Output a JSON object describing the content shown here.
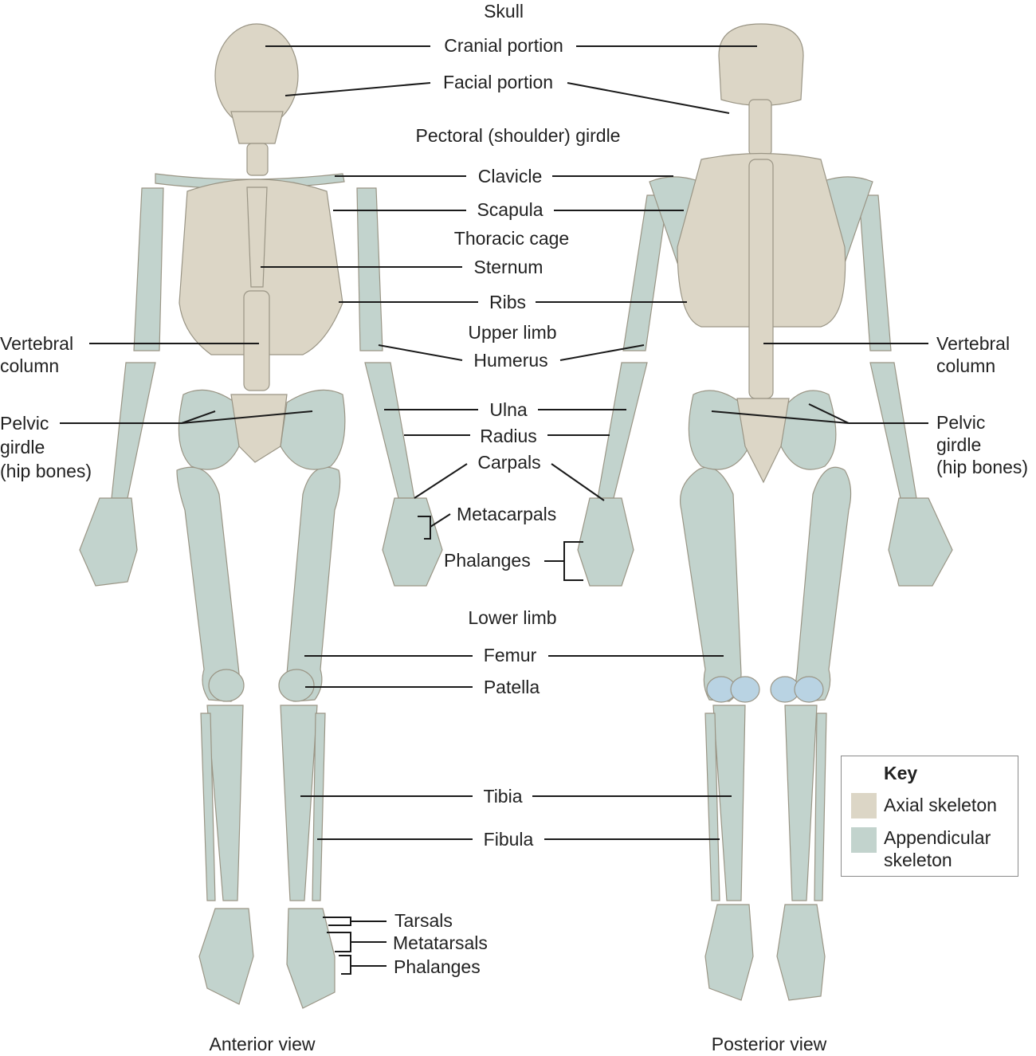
{
  "colors": {
    "axial": "#dcd6c6",
    "appendicular": "#c2d3cd",
    "cartilage": "#b9d3e3",
    "leader": "#1a1a1a"
  },
  "labels": {
    "skull": "Skull",
    "cranial": "Cranial portion",
    "facial": "Facial portion",
    "pectoral": "Pectoral (shoulder) girdle",
    "clavicle": "Clavicle",
    "scapula": "Scapula",
    "thoracic": "Thoracic cage",
    "sternum": "Sternum",
    "ribs": "Ribs",
    "upper_limb": "Upper limb",
    "humerus": "Humerus",
    "ulna": "Ulna",
    "radius": "Radius",
    "carpals": "Carpals",
    "metacarpals": "Metacarpals",
    "phalanges_hand": "Phalanges",
    "lower_limb": "Lower limb",
    "femur": "Femur",
    "patella": "Patella",
    "tibia": "Tibia",
    "fibula": "Fibula",
    "tarsals": "Tarsals",
    "metatarsals": "Metatarsals",
    "phalanges_foot": "Phalanges",
    "vertebral_left": "Vertebral\ncolumn",
    "vertebral_right": "Vertebral\ncolumn",
    "pelvic_left": "Pelvic\ngirdle\n(hip bones)",
    "pelvic_right": "Pelvic\ngirdle\n(hip bones)",
    "anterior": "Anterior view",
    "posterior": "Posterior view"
  },
  "key": {
    "title": "Key",
    "axial": "Axial skeleton",
    "appendicular": "Appendicular\nskeleton"
  }
}
